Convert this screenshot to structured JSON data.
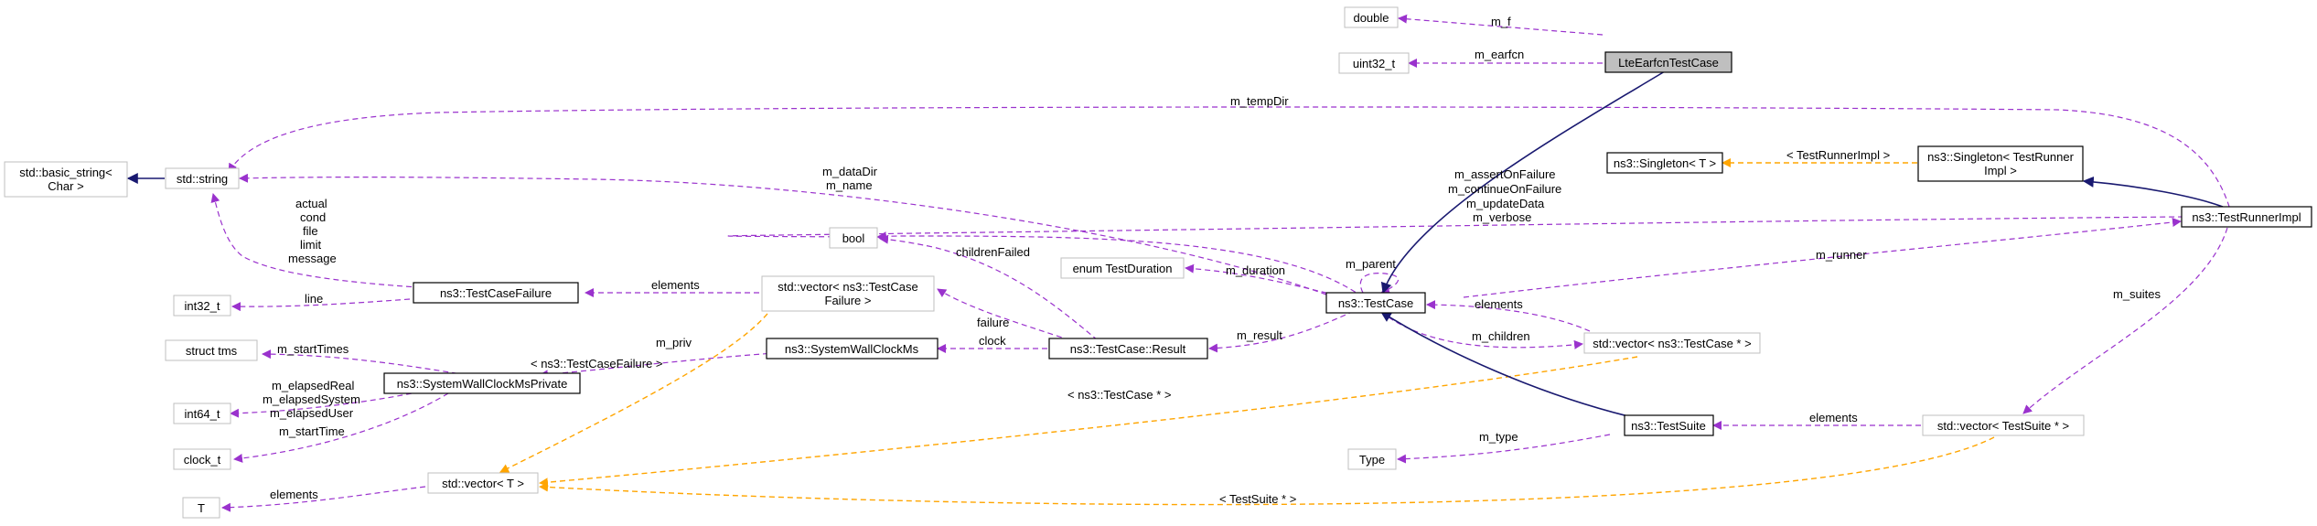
{
  "colors": {
    "member_edge": "#9a32cd",
    "template_edge": "#ffa500",
    "inherit_edge": "#191970",
    "node_border": "#bfbfbf",
    "focus_fill": "#bfbfbf"
  },
  "nodes": {
    "double": "double",
    "uint32": "uint32_t",
    "lte": "LteEarfcnTestCase",
    "basic_string": [
      "std::basic_string<",
      "Char >"
    ],
    "string": "std::string",
    "singleton_t": "ns3::Singleton< T >",
    "singleton_runner": [
      "ns3::Singleton< TestRunner",
      "Impl >"
    ],
    "runner_impl": "ns3::TestRunnerImpl",
    "bool": "bool",
    "enum_duration": "enum TestDuration",
    "int32": "int32_t",
    "tcf": "ns3::TestCaseFailure",
    "vec_tcf": [
      "std::vector< ns3::TestCase",
      "Failure >"
    ],
    "testcase": "ns3::TestCase",
    "struct_tms": "struct tms",
    "swcm": "ns3::SystemWallClockMs",
    "result": "ns3::TestCase::Result",
    "vec_tc": "std::vector< ns3::TestCase * >",
    "swcmp": "ns3::SystemWallClockMsPrivate",
    "int64": "int64_t",
    "clock": "clock_t",
    "testsuite": "ns3::TestSuite",
    "vec_ts": "std::vector< TestSuite * >",
    "type": "Type",
    "vec_t": "std::vector< T >",
    "t": "T"
  },
  "edge_labels": {
    "m_f": "m_f",
    "m_earfcn": "m_earfcn",
    "m_tempDir": "m_tempDir",
    "testrunnerimpl": "< TestRunnerImpl >",
    "datadir": [
      "m_dataDir",
      "m_name"
    ],
    "flags": [
      "m_assertOnFailure",
      "m_continueOnFailure",
      "m_updateData",
      "m_verbose"
    ],
    "failure_fields": [
      "actual",
      "cond",
      "file",
      "limit",
      "message"
    ],
    "childrenFailed": "childrenFailed",
    "m_duration": "m_duration",
    "m_parent": "m_parent",
    "m_runner": "m_runner",
    "m_suites": "m_suites",
    "elements_tcf": "elements",
    "line": "line",
    "failure": "failure",
    "elements_tc": "elements",
    "m_result": "m_result",
    "m_children": "m_children",
    "m_startTimes": "m_startTimes",
    "m_priv": "m_priv",
    "clock": "clock",
    "tcf_template": "< ns3::TestCaseFailure >",
    "tc_template": "< ns3::TestCase * >",
    "elapsed": [
      "m_elapsedReal",
      "m_elapsedSystem",
      "m_elapsedUser"
    ],
    "m_startTime": "m_startTime",
    "elements_ts": "elements",
    "m_type": "m_type",
    "elements_t": "elements",
    "testsuite_template": "< TestSuite * >"
  }
}
